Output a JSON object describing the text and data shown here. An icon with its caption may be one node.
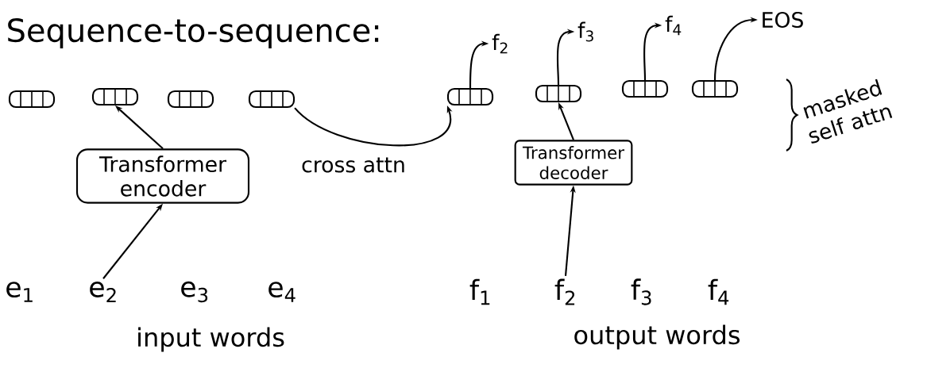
{
  "diagram": {
    "title": "Sequence-to-sequence:",
    "nodes": [
      {
        "text": [],
        "shape": "box"
      },
      {
        "text": [],
        "shape": "box"
      },
      {
        "text": [],
        "shape": "box"
      },
      {
        "text": [],
        "shape": "box"
      },
      {
        "text": [],
        "shape": "box"
      },
      {
        "text": [],
        "shape": "box"
      },
      {
        "text": [],
        "shape": "box"
      },
      {
        "text": [],
        "shape": "box"
      },
      {
        "text": [
          "f$_{2}$"
        ]
      },
      {
        "text": [
          "f$_{3}$"
        ]
      },
      {
        "text": [
          "f$_{4}$"
        ]
      },
      {
        "text": [
          "EOS"
        ]
      },
      {
        "text": [
          "Transformer encoder"
        ]
      },
      {
        "text": [
          "Transformer decoder"
        ]
      },
      {
        "text": [
          "e$_{1}$"
        ]
      },
      {
        "text": [
          "e$_{2}$"
        ]
      },
      {
        "text": [
          "e$_{3}$"
        ]
      },
      {
        "text": [
          "e$_{4}$"
        ]
      },
      {
        "text": [
          "f$_{1}$"
        ]
      },
      {
        "text": [
          "f$_{2}$"
        ]
      },
      {
        "text": [
          "f$_{3}$"
        ]
      },
      {
        "text": [
          "f$_{4}$"
        ]
      }
    ],
    "edges": [
      {
        "from": 12,
        "to": 1,
        "arrow": "to"
      },
      {
        "from": 15,
        "to": 12,
        "arrow": "to"
      },
      {
        "from": 3,
        "to": 4,
        "arrow": "to",
        "label": "cross attn"
      },
      {
        "from": 19,
        "to": 13,
        "arrow": "to"
      },
      {
        "from": 13,
        "to": 5,
        "arrow": "to"
      },
      {
        "from": 4,
        "to": 8,
        "arrow": "to"
      },
      {
        "from": 5,
        "to": 9,
        "arrow": "to"
      },
      {
        "from": 6,
        "to": 10,
        "arrow": "to"
      },
      {
        "from": 7,
        "to": 11,
        "arrow": "to"
      }
    ],
    "labels": [
      "masked self attn",
      "input words",
      "output words"
    ]
  }
}
